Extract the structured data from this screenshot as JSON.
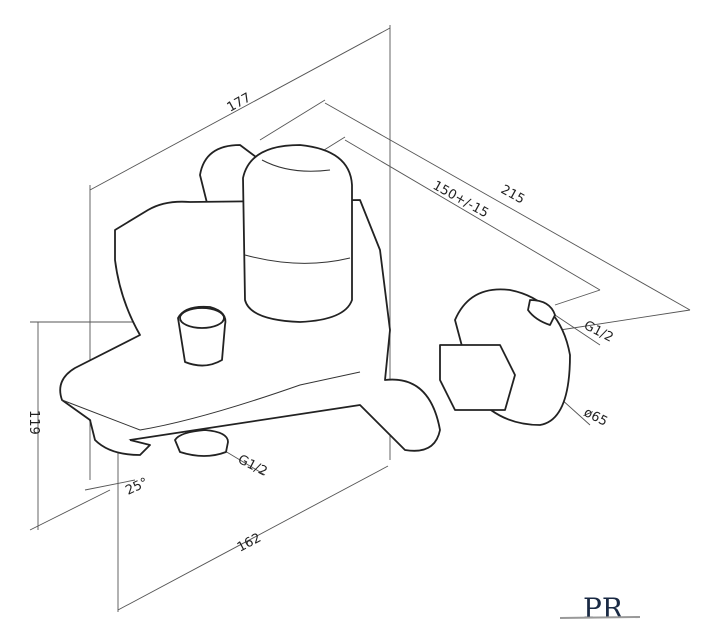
{
  "dimensions": {
    "width_total": "177",
    "depth_total": "215",
    "centers": "150+/-15",
    "inlet_thread": "G1/2",
    "flange_diameter": "ø65",
    "height": "119",
    "outlet_thread": "G1/2",
    "spout_angle": "25°",
    "spout_length": "162"
  },
  "logo": {
    "text": "PR",
    "color": "#1a2a44"
  }
}
